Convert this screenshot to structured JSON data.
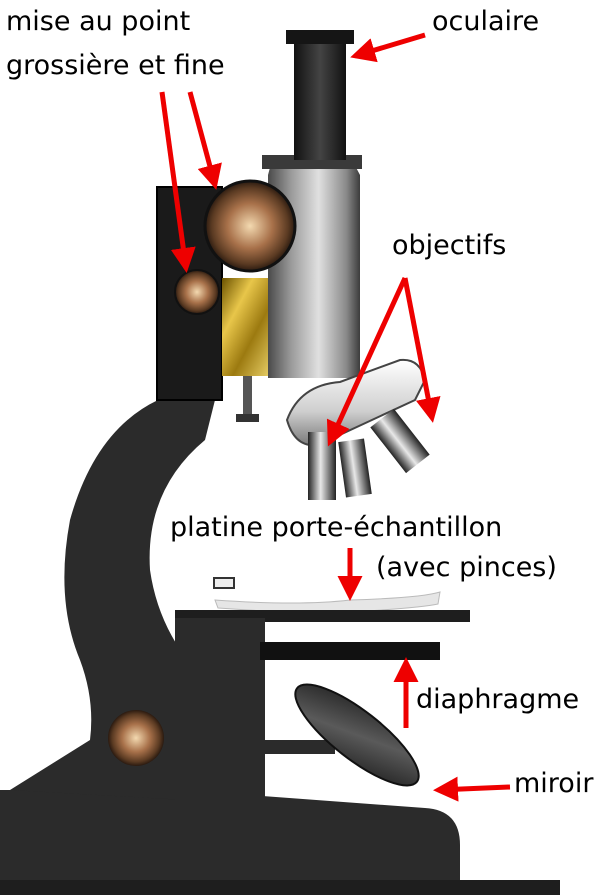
{
  "labels": {
    "focus_line1": "mise au point",
    "focus_line2": "grossière et fine",
    "eyepiece": "oculaire",
    "objectives": "objectifs",
    "stage_line1": "platine porte-échantillon",
    "stage_line2": "(avec pinces)",
    "diaphragm": "diaphragme",
    "mirror": "miroir"
  },
  "colors": {
    "arm": "#2b2b2b",
    "tube_light": "#c8c8c8",
    "tube_dark": "#555555",
    "brass": "#c9a227",
    "arrow": "#ee0000",
    "label": "#000000"
  }
}
